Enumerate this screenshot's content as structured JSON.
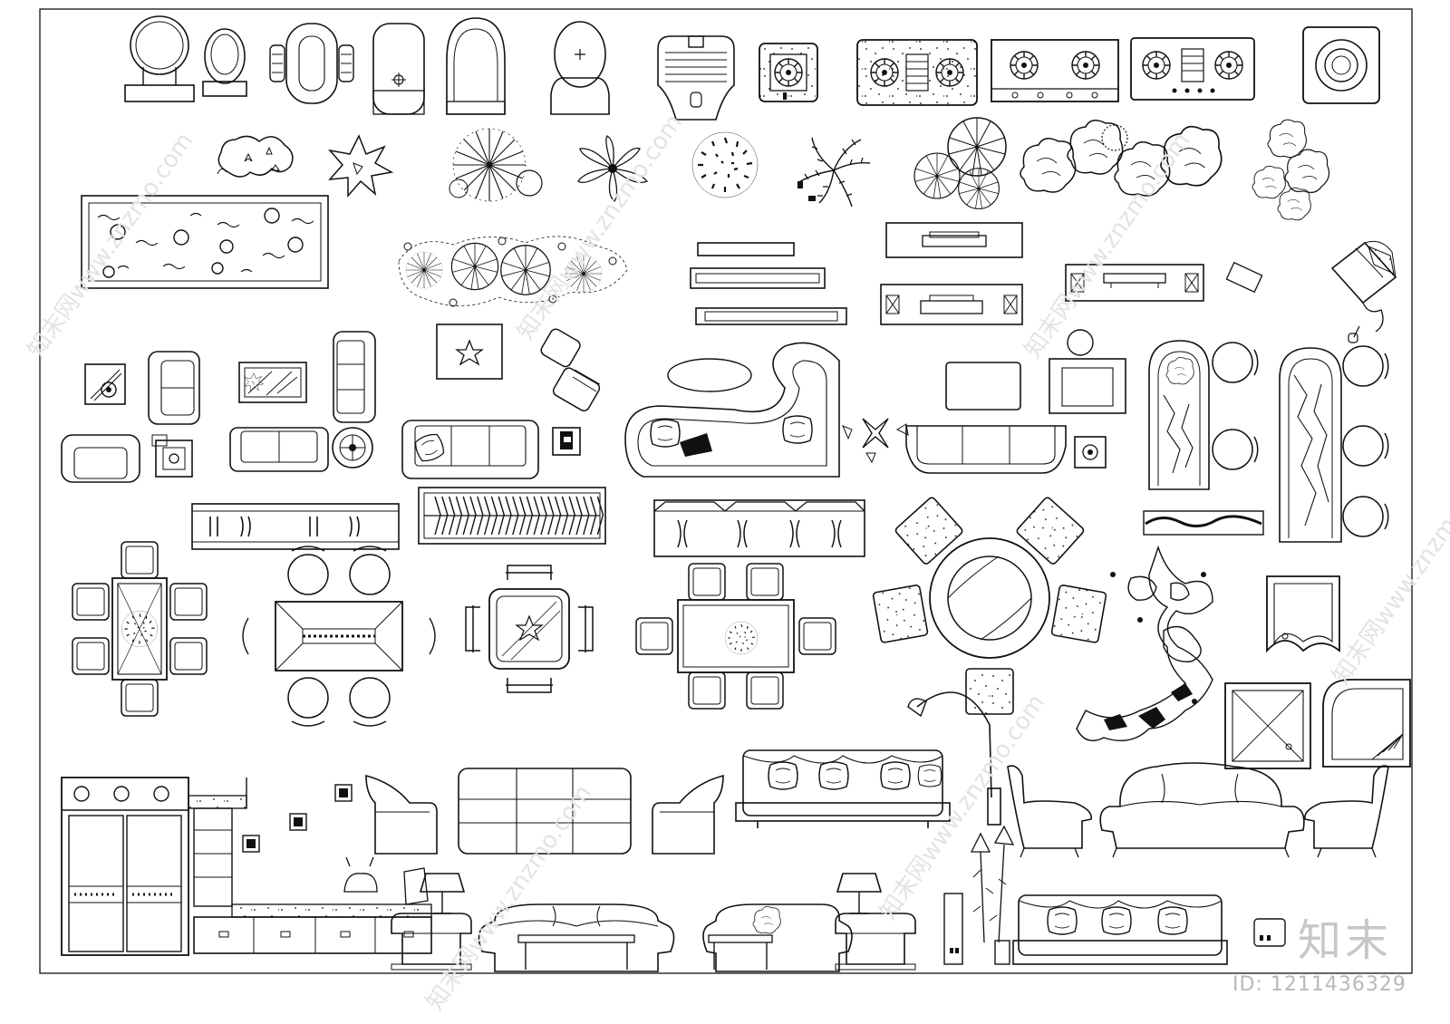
{
  "brand": {
    "logo_text": "知末",
    "id_label": "ID:",
    "id_number": "1211436329"
  },
  "watermark": {
    "text": "知末网www.znzmo.com"
  },
  "colors": {
    "line": "#111111",
    "paper": "#ffffff",
    "watermark": "#e3e3e3",
    "brand": "#c7c7c7"
  },
  "symbol_groups": [
    "toilet-and-squat-pan-blocks",
    "gas-cooktop-blocks",
    "plant-and-tree-blocks",
    "sofa-and-armchair-blocks",
    "dining-table-blocks",
    "wardrobe-and-bed-blocks",
    "floor-lamp-blocks",
    "shower-tray-blocks",
    "rockery-and-water-blocks"
  ]
}
